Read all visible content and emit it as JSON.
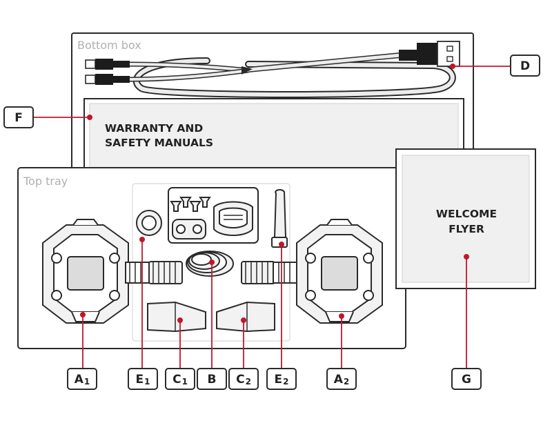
{
  "bottom_box": {
    "title": "Bottom box"
  },
  "top_tray": {
    "title": "Top tray"
  },
  "warranty": {
    "line1": "WARRANTY AND",
    "line2": "SAFETY MANUALS"
  },
  "welcome": {
    "line1": "WELCOME",
    "line2": "FLYER"
  },
  "callouts": {
    "D": {
      "main": "D",
      "sub": ""
    },
    "F": {
      "main": "F",
      "sub": ""
    },
    "A1": {
      "main": "A",
      "sub": "1"
    },
    "E1": {
      "main": "E",
      "sub": "1"
    },
    "C1": {
      "main": "C",
      "sub": "1"
    },
    "B": {
      "main": "B",
      "sub": ""
    },
    "C2": {
      "main": "C",
      "sub": "2"
    },
    "E2": {
      "main": "E",
      "sub": "2"
    },
    "A2": {
      "main": "A",
      "sub": "2"
    },
    "G": {
      "main": "G",
      "sub": ""
    }
  },
  "colors": {
    "leader": "#c0172b",
    "outline": "#2a2a2a",
    "muted_text": "#b0b0b0"
  }
}
